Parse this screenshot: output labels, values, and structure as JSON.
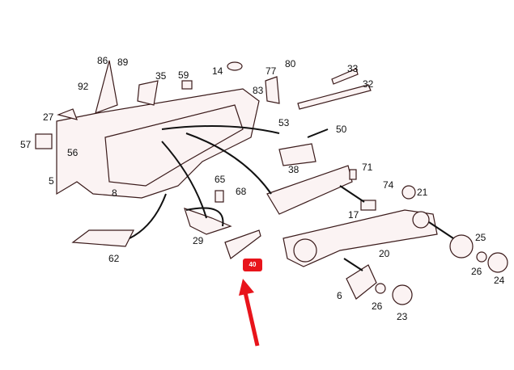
{
  "callouts": [
    "86",
    "89",
    "35",
    "59",
    "14",
    "77",
    "80",
    "33",
    "92",
    "83",
    "32",
    "27",
    "53",
    "50",
    "57",
    "56",
    "5",
    "8",
    "38",
    "65",
    "68",
    "71",
    "74",
    "21",
    "17",
    "29",
    "62",
    "25",
    "20",
    "26",
    "24",
    "6",
    "26",
    "23"
  ],
  "highlight": {
    "label": "40",
    "color": "#e8141b"
  },
  "arrow_color": "#e8141b"
}
